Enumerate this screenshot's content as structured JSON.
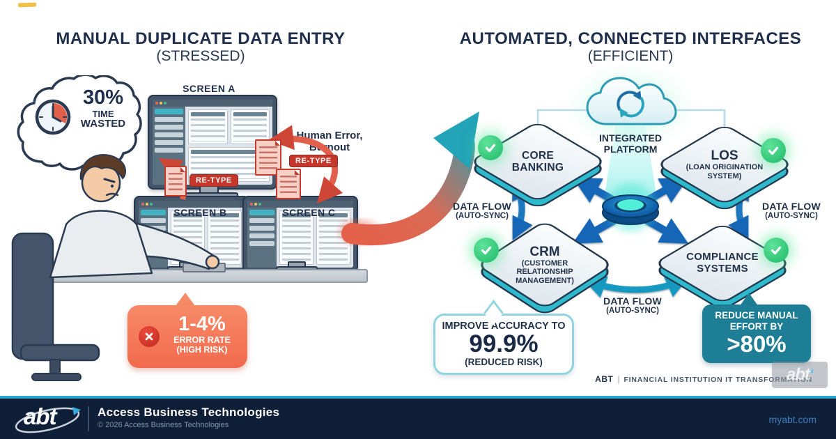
{
  "colors": {
    "navy_text": "#1F2E4A",
    "red_arrow": "#CE4636",
    "retype_badge_bg": "#C5372B",
    "error_callout_bg": "#F4764F",
    "teal_callout_bg": "#1E7E95",
    "flow_arrow_blue": "#1766B8",
    "check_green": "#27C878",
    "footer_bg": "#0F1F38",
    "footer_accent": "#2AA3CF",
    "link_blue": "#3E7EC0"
  },
  "left_panel": {
    "title": "MANUAL DUPLICATE DATA ENTRY",
    "subtitle": "(STRESSED)",
    "thought_bubble": {
      "percent": "30%",
      "line1": "TIME",
      "line2": "WASTED"
    },
    "screen_a_label": "SCREEN A",
    "screen_b_label": "SCREEN B",
    "screen_c_label": "SCREEN C",
    "retype_label": "RE-TYPE",
    "human_error_line1": "Human Error,",
    "human_error_line2": "Burnout",
    "error_callout": {
      "value": "1-4%",
      "line1": "ERROR RATE",
      "line2": "(HIGH RISK)"
    }
  },
  "right_panel": {
    "title": "AUTOMATED, CONNECTED INTERFACES",
    "subtitle": "(EFFICIENT)",
    "platform_line1": "INTEGRATED",
    "platform_line2": "PLATFORM",
    "nodes": {
      "core_banking": {
        "line1": "CORE",
        "line2": "BANKING"
      },
      "los": {
        "line1": "LOS",
        "line2": "(LOAN ORIGINATION",
        "line3": "SYSTEM)"
      },
      "crm": {
        "line1": "CRM",
        "line2": "(CUSTOMER",
        "line3": "RELATIONSHIP",
        "line4": "MANAGEMENT)"
      },
      "compliance": {
        "line1": "COMPLIANCE",
        "line2": "SYSTEMS"
      }
    },
    "data_flow": {
      "label": "DATA FLOW",
      "sub": "(AUTO-SYNC)"
    },
    "accuracy_callout": {
      "line1": "IMPROVE ACCURACY TO",
      "value": "99.9%",
      "line2": "(REDUCED RISK)"
    },
    "effort_callout": {
      "line1": "REDUCE MANUAL",
      "line2": "EFFORT BY",
      "value": ">80%"
    },
    "tagline": {
      "brand": "ABT",
      "separator": "|",
      "text": "FINANCIAL INSTITUTION IT TRANSFORMATION"
    },
    "watermark": "abt"
  },
  "footer": {
    "logo_text": "abt",
    "company": "Access Business Technologies",
    "copyright": "© 2026 Access Business Technologies",
    "website": "myabt.com"
  }
}
